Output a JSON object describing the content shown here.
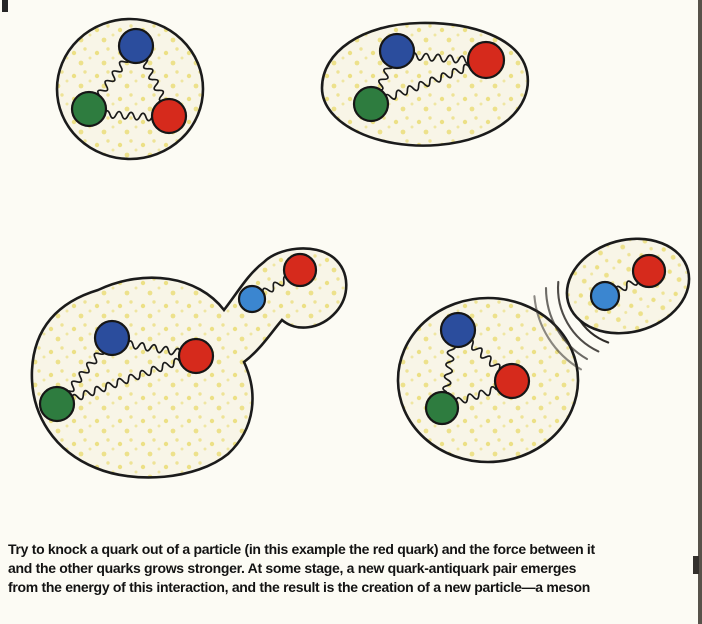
{
  "caption": {
    "lines": [
      "Try to knock a quark out of a particle (in this example the red quark) and the force between it",
      "and the other quarks grows stronger. At some stage, a new quark-antiquark pair emerges",
      "from the energy of this interaction, and the result is the creation of a new particle—a meson"
    ]
  },
  "colors": {
    "background": "#fcfbf4",
    "blob_fill": "#f8f5e7",
    "blob_outline": "#1b1b1b",
    "speckle": "#eadc74",
    "gluon_line": "#1a1a1a",
    "quark_blue": "#2b4d9d",
    "quark_green": "#2e7c3f",
    "quark_red": "#d62a1c",
    "quark_light_blue": "#3b86d0"
  },
  "stages": {
    "stage1": {
      "quarks": [
        "blue",
        "green",
        "red"
      ]
    },
    "stage2": {
      "quarks": [
        "blue",
        "green",
        "red"
      ]
    },
    "stage3": {
      "quarks": [
        "blue",
        "green",
        "red"
      ],
      "emerging_pair": [
        "light-blue",
        "red"
      ]
    },
    "stage4": {
      "baryon_quarks": [
        "blue",
        "green",
        "red"
      ],
      "meson_quarks": [
        "light-blue",
        "red"
      ]
    }
  }
}
